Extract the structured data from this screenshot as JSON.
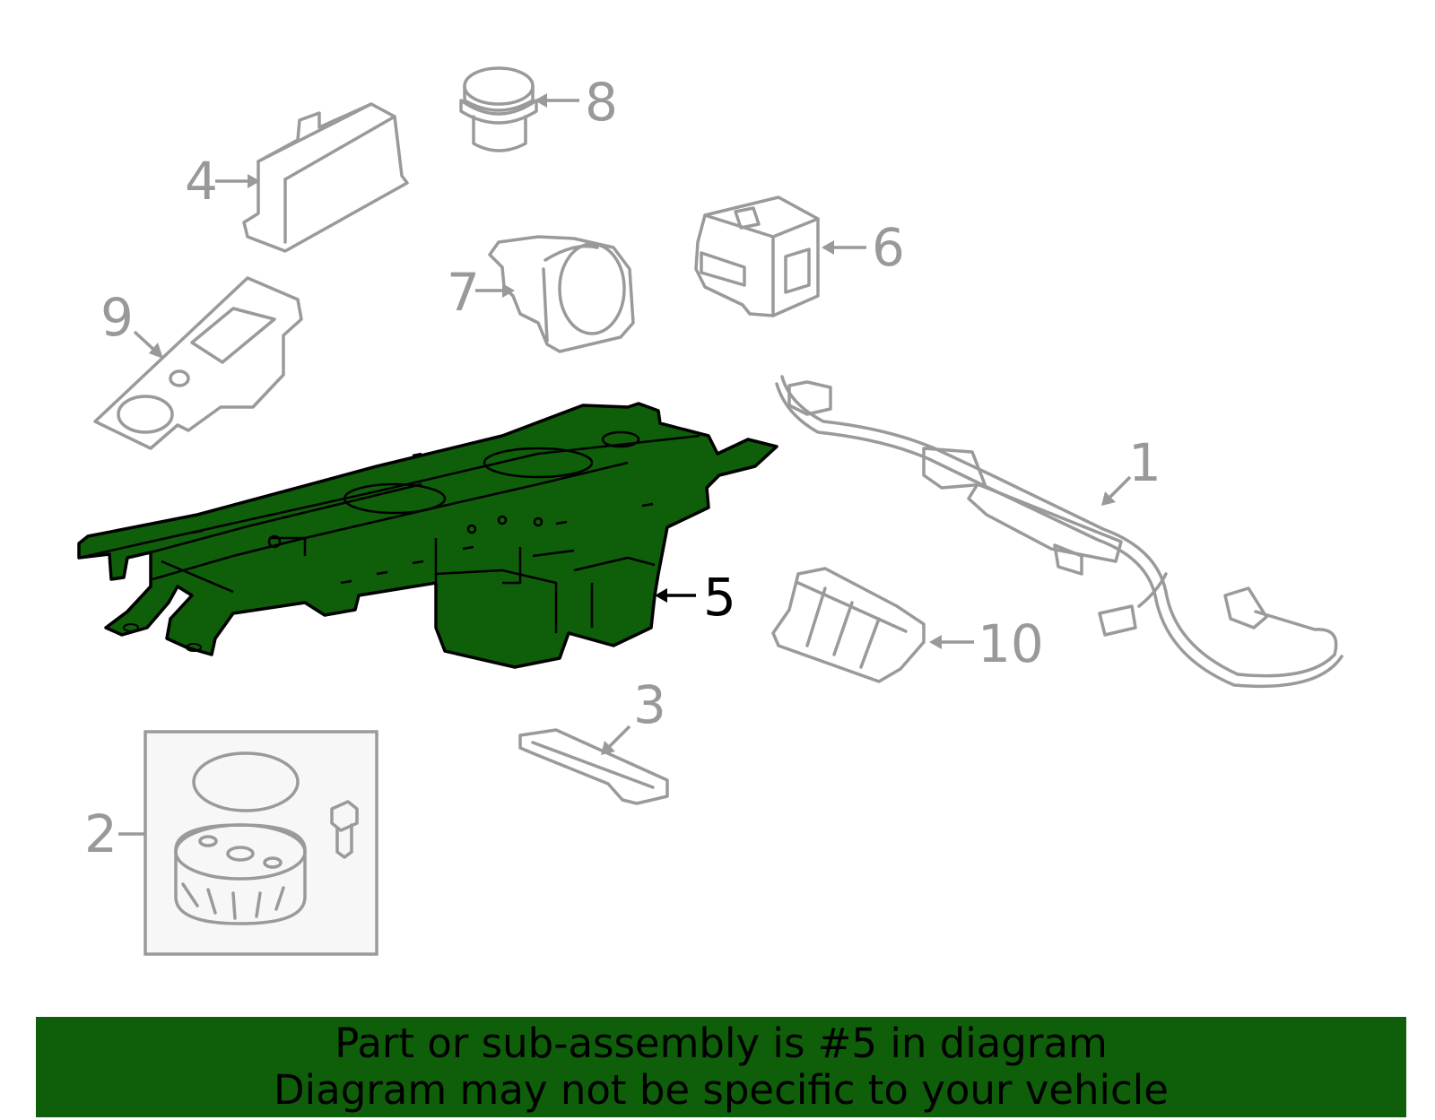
{
  "colors": {
    "highlight_fill": "#0f5e0a",
    "part_stroke": "#9a9a9a",
    "label_gray": "#999999",
    "label_highlight": "#000000",
    "banner_bg": "#0f5e0a"
  },
  "callouts": [
    {
      "id": "1",
      "label": "1"
    },
    {
      "id": "2",
      "label": "2"
    },
    {
      "id": "3",
      "label": "3"
    },
    {
      "id": "4",
      "label": "4"
    },
    {
      "id": "5",
      "label": "5",
      "highlighted": true
    },
    {
      "id": "6",
      "label": "6"
    },
    {
      "id": "7",
      "label": "7"
    },
    {
      "id": "8",
      "label": "8"
    },
    {
      "id": "9",
      "label": "9"
    },
    {
      "id": "10",
      "label": "10"
    }
  ],
  "banner": {
    "line1": "Part or sub-assembly is #5 in diagram",
    "line2": "Diagram may not be specific to your vehicle"
  }
}
